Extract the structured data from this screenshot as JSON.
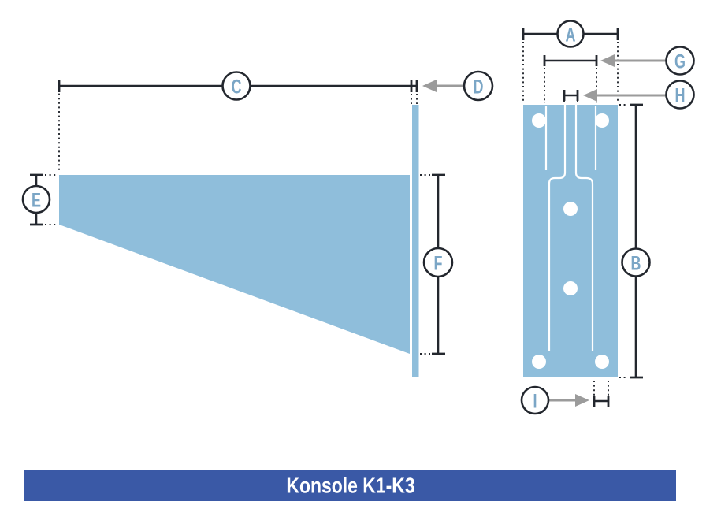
{
  "banner": {
    "title": "Konsole K1-K3"
  },
  "labels": {
    "a": "A",
    "b": "B",
    "c": "C",
    "d": "D",
    "e": "E",
    "f": "F",
    "g": "G",
    "h": "H",
    "i": "I"
  },
  "colors": {
    "part_fill": "#8FBEDB",
    "label_text": "#7BA6C6",
    "line": "#23272E",
    "arrow": "#9B9B9B",
    "banner_bg": "#3A59A6",
    "banner_text": "#FFFFFF",
    "background": "#FFFFFF"
  }
}
